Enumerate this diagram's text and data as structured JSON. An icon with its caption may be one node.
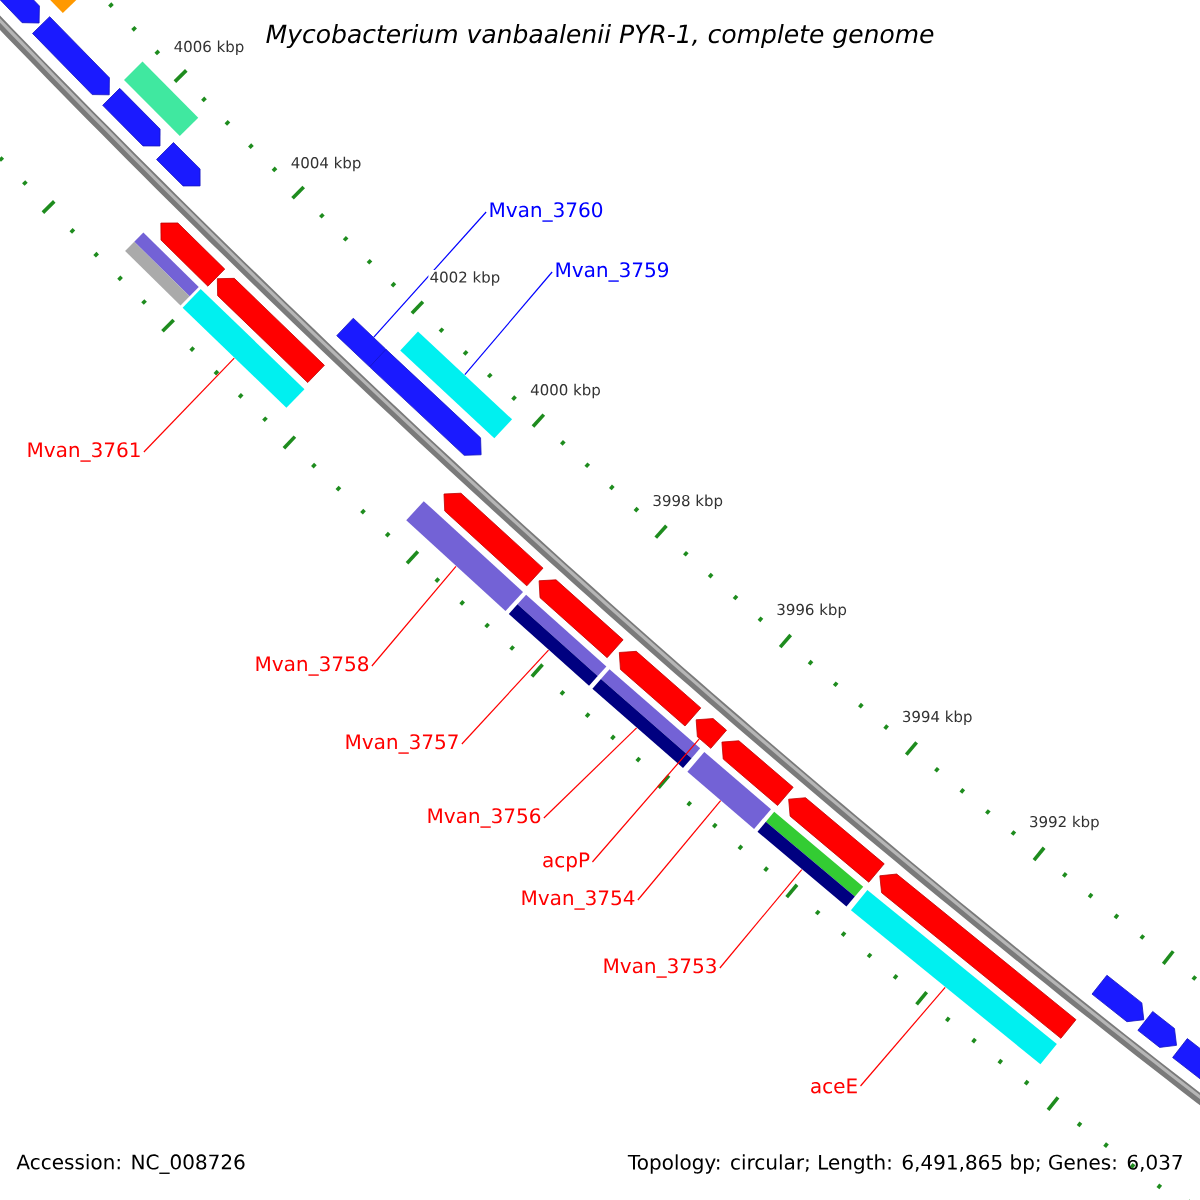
{
  "diagram": {
    "title": "Mycobacterium vanbaalenii PYR-1, complete genome",
    "nodes": [
      {
        "text": [
          "Mvan_3760"
        ]
      },
      {
        "text": [
          "Mvan_3759"
        ]
      },
      {
        "text": [
          "Mvan_3761"
        ]
      },
      {
        "text": [
          "Mvan_3758"
        ]
      },
      {
        "text": [
          "Mvan_3757"
        ]
      },
      {
        "text": [
          "Mvan_3756"
        ]
      },
      {
        "text": [
          "acpP"
        ]
      },
      {
        "text": [
          "Mvan_3754"
        ]
      },
      {
        "text": [
          "Mvan_3753"
        ]
      },
      {
        "text": [
          "aceE"
        ]
      },
      {
        "text": [],
        "shape": "arrow"
      },
      {
        "text": [],
        "shape": "bar"
      },
      {
        "text": [],
        "shape": "arrow"
      },
      {
        "text": [],
        "shape": "bar"
      },
      {
        "text": [],
        "shape": "arrow"
      },
      {
        "text": [],
        "shape": "arrow"
      },
      {
        "text": [],
        "shape": "arrow"
      },
      {
        "text": [],
        "shape": "bar"
      },
      {
        "text": [],
        "shape": "arrow"
      },
      {
        "text": [],
        "shape": "bar"
      },
      {
        "text": [],
        "shape": "arrow"
      },
      {
        "text": [],
        "shape": "bar"
      },
      {
        "text": [],
        "shape": "arrow"
      },
      {
        "text": [],
        "shape": "arrow"
      },
      {
        "text": [],
        "shape": "bar"
      },
      {
        "text": [],
        "shape": "arrow"
      },
      {
        "text": [],
        "shape": "bar"
      },
      {
        "text": [],
        "shape": "arrow"
      },
      {
        "text": [],
        "shape": "bar"
      },
      {
        "text": [],
        "shape": "arrow"
      },
      {
        "text": [],
        "shape": "arrow"
      },
      {
        "text": [],
        "shape": "bar"
      },
      {
        "text": [],
        "shape": "arrow"
      },
      {
        "text": [],
        "shape": "bar"
      },
      {
        "text": [],
        "shape": "arrow"
      },
      {
        "text": [],
        "shape": "bar"
      },
      {
        "text": [],
        "shape": "arrow"
      },
      {
        "text": [],
        "shape": "arrow"
      },
      {
        "text": [],
        "shape": "arrow"
      }
    ],
    "edges": [
      {
        "from": 0,
        "to": 20,
        "arrow": "none",
        "color": "#0000ff"
      },
      {
        "from": 1,
        "to": 21,
        "arrow": "none",
        "color": "#0000ff"
      },
      {
        "from": 2,
        "to": 19,
        "arrow": "none"
      },
      {
        "from": 3,
        "to": 24,
        "arrow": "none"
      },
      {
        "from": 4,
        "to": 26,
        "arrow": "none"
      },
      {
        "from": 5,
        "to": 28,
        "arrow": "none"
      },
      {
        "from": 6,
        "to": 29,
        "arrow": "none"
      },
      {
        "from": 7,
        "to": 31,
        "arrow": "none"
      },
      {
        "from": 8,
        "to": 33,
        "arrow": "none"
      },
      {
        "from": 9,
        "to": 35,
        "arrow": "none"
      }
    ],
    "labels": [
      "4006 kbp",
      "4004 kbp",
      "4002 kbp",
      "4000 kbp",
      "3998 kbp",
      "3996 kbp",
      "3994 kbp",
      "3992 kbp",
      "Accession: NC_008726",
      "Topology: circular; Length: 6,491,865 bp; Genes: 6,037"
    ]
  }
}
